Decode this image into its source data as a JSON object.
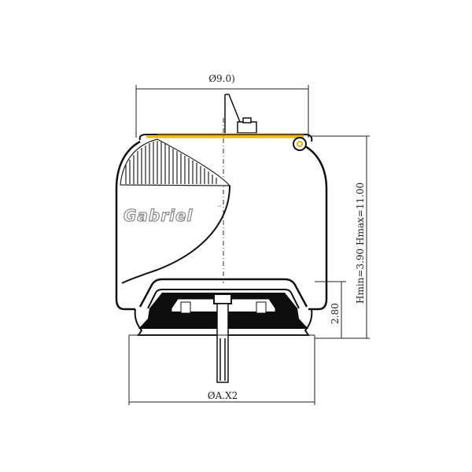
{
  "diagram": {
    "brand": "Gabriel",
    "brand_mark": "™",
    "dimensions": {
      "top_width": "Ø9.0)",
      "bottom_width": "ØA.X2",
      "piston_height": "2.80",
      "overall_height": "Hmin=3.90 Hmax=11.00"
    },
    "colors": {
      "outline": "#111111",
      "top_plate": "#e0b800",
      "bellows_hatch": "#333333",
      "background": "#ffffff"
    }
  }
}
